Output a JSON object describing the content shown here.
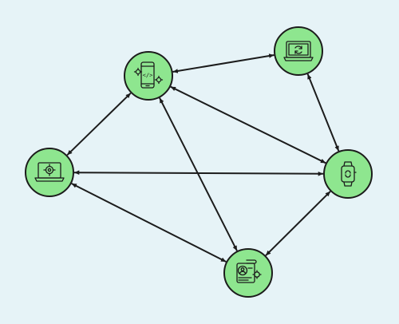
{
  "diagram": {
    "background": "#e6f3f7",
    "node_fill": "#8ee68f",
    "stroke": "#1c1c1c",
    "nodes": [
      {
        "id": "mobile-dev",
        "icon": "mobile-code-gear-icon"
      },
      {
        "id": "laptop-sync",
        "icon": "laptop-sync-icon"
      },
      {
        "id": "laptop-settings",
        "icon": "laptop-settings-icon"
      },
      {
        "id": "smartwatch",
        "icon": "smartwatch-sync-icon"
      },
      {
        "id": "user-profile-settings",
        "icon": "user-profile-gear-icon"
      }
    ],
    "edges": [
      {
        "from": "mobile-dev",
        "to": "laptop-sync",
        "direction": "both"
      },
      {
        "from": "mobile-dev",
        "to": "laptop-settings",
        "direction": "both"
      },
      {
        "from": "mobile-dev",
        "to": "smartwatch",
        "direction": "both"
      },
      {
        "from": "mobile-dev",
        "to": "user-profile-settings",
        "direction": "both"
      },
      {
        "from": "laptop-sync",
        "to": "smartwatch",
        "direction": "both"
      },
      {
        "from": "laptop-settings",
        "to": "smartwatch",
        "direction": "both"
      },
      {
        "from": "laptop-settings",
        "to": "user-profile-settings",
        "direction": "both"
      },
      {
        "from": "smartwatch",
        "to": "user-profile-settings",
        "direction": "both"
      }
    ]
  }
}
